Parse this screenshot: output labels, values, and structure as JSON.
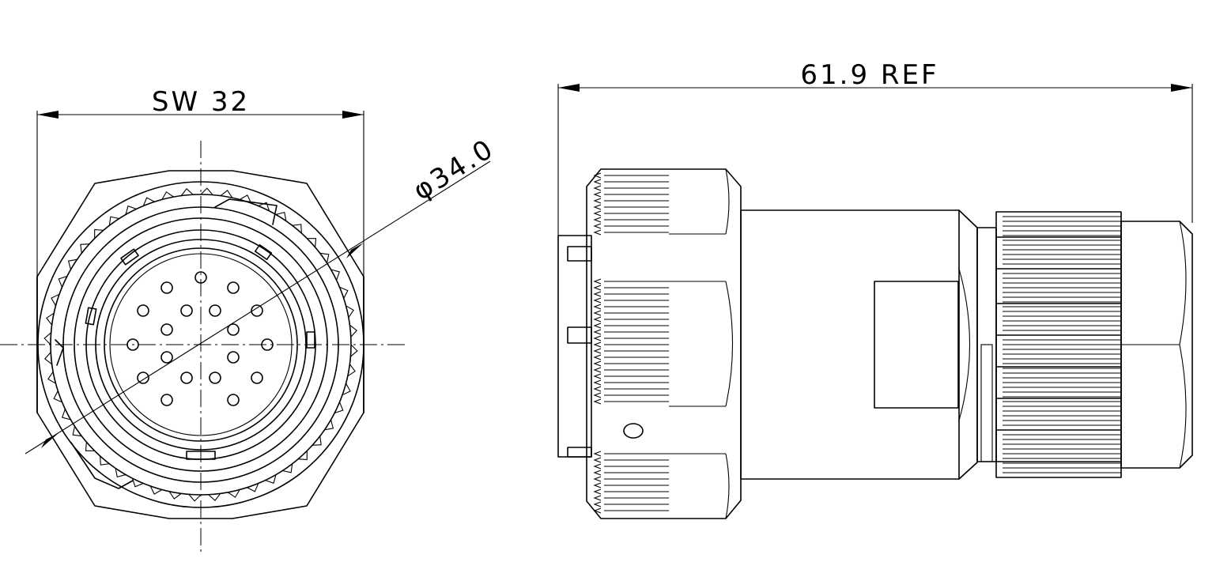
{
  "dimensions": {
    "hex_width_label": "SW 32",
    "diameter_label": "φ34.0",
    "overall_length_label": "61.9 REF"
  }
}
